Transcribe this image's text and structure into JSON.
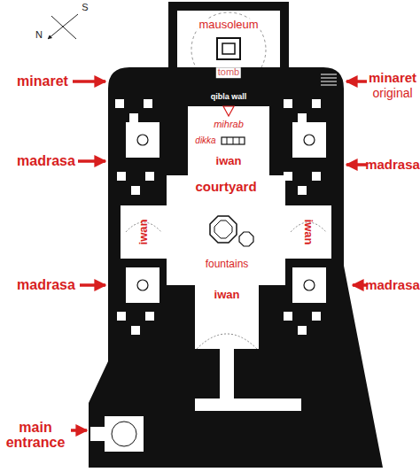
{
  "diagram": {
    "labels": [
      "S",
      "N",
      "mausoleum",
      "tomb",
      "minaret",
      "minaret",
      "original",
      "qibla wall",
      "mihrab",
      "madrasa",
      "madrasa",
      "dikka",
      "iwan",
      "courtyard",
      "iwan",
      "iwan",
      "fountains",
      "madrasa",
      "madrasa",
      "iwan",
      "main entrance"
    ]
  }
}
